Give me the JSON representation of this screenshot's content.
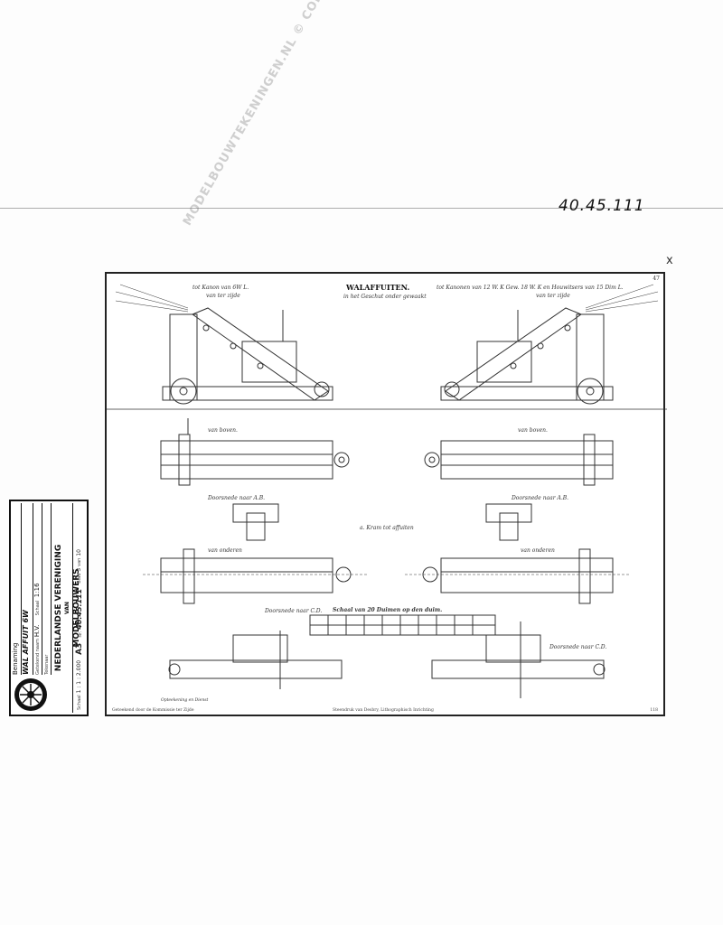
{
  "archive_number": "40.45.111",
  "corner_mark": "x",
  "plate": {
    "page_number": "47",
    "title": "WALAFFUITEN.",
    "subtitle": "in het Geschut onder gewaakt",
    "left_caption": "tot Kanon van 6W L.",
    "left_caption_sub": "van ter zijde",
    "right_caption": "tot Kanonen van 12 W. K Gew. 18 W. K en Houwitsers van 15 Dim L.",
    "right_caption_sub": "van ter zijde",
    "label_top_left": "van boven.",
    "label_top_right": "van boven.",
    "label_section_ab_left": "Doorsnede naar A.B.",
    "label_section_ab_right": "Doorsnede naar A.B.",
    "label_middle": "a. Kram tot affuiten",
    "label_mid_left": "van onderen",
    "label_mid_right": "van onderen",
    "label_section_cd_left": "Doorsnede naar C.D.",
    "label_section_cd_right": "Doorsnede naar C.D.",
    "scale_label": "Schaal van 20 Duimen op den duim.",
    "foot_left": "Geteekend door de Kommissie ter Zijde",
    "foot_center": "Steendruk van Desbry, Lithographisch Inrichting",
    "foot_right": "118",
    "bottom_left_note": "Opteekening en Dienst"
  },
  "watermark": "MODELBOUWTEKENINGEN.NL © COPYRIGHT",
  "stamp": {
    "header": "Benaming",
    "name_value": "WAL AFFUIT 6W",
    "row2_label": "Getekend naam",
    "row2_value": "H.V.",
    "row2b_label": "Schaal ",
    "row2b_value": "1:16",
    "row3_label": "Tekenaar",
    "row3_value": "",
    "org_line1": "NEDERLANDSE VERENIGING",
    "org_line2": "VAN",
    "org_line3": "MODELBOUWERS",
    "scale_label": "Schaal",
    "scale_value": "1 : 1 : 2.000",
    "format_label": "A3",
    "nr_label": "Nr.",
    "nr_value": "40.45.111",
    "blad_label": "Blad",
    "blad_value": "3",
    "van_label": "van",
    "van_value": "10"
  }
}
